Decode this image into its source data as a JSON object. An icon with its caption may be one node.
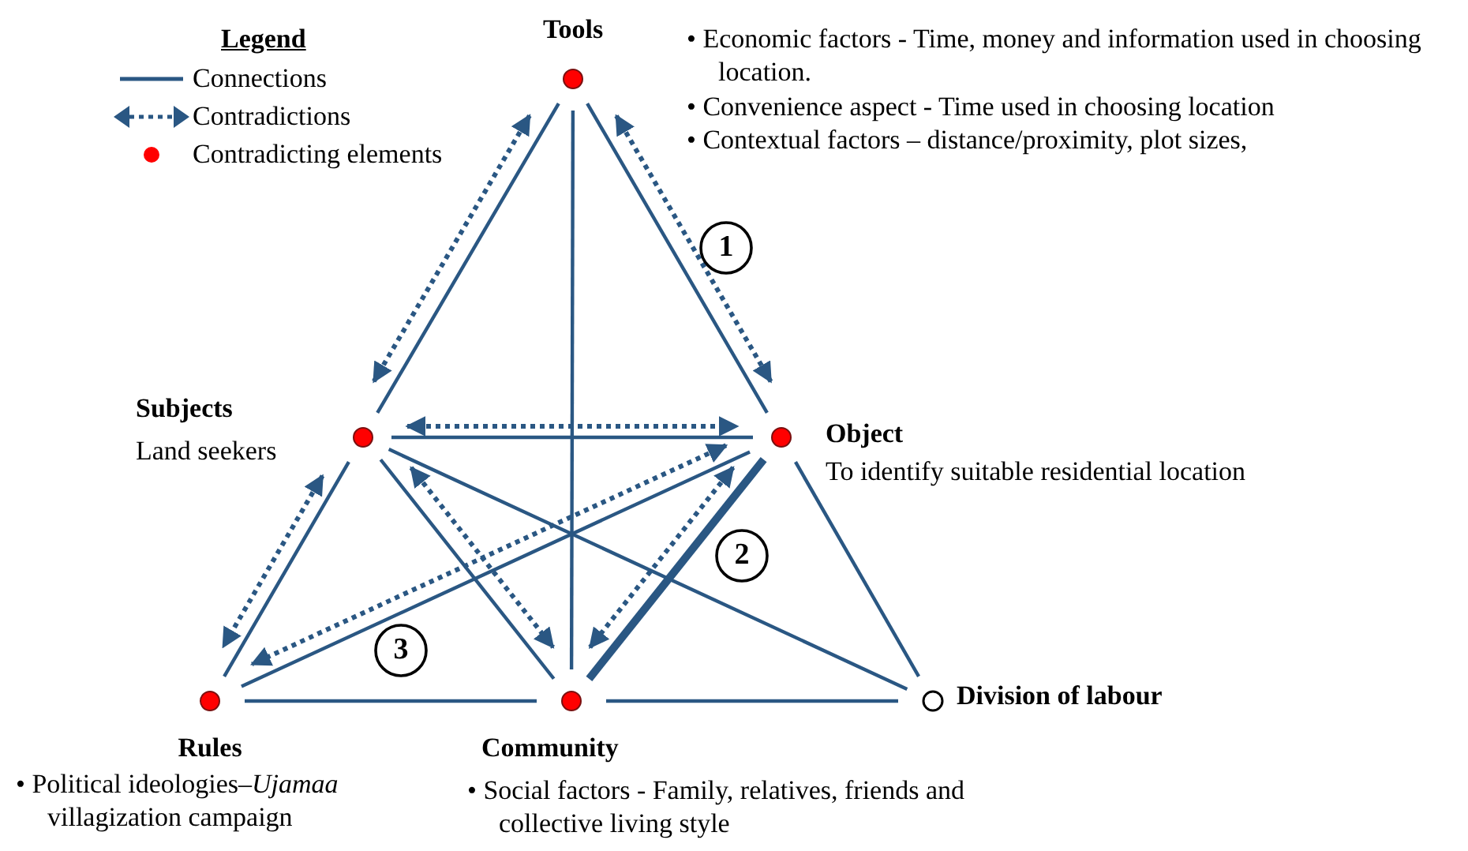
{
  "diagram": {
    "nodes": [
      {
        "text": [],
        "shape": "circle",
        "beside": [
          "Tools",
          "• Economic factors - Time, money and information used in choosing location.",
          "• Convenience aspect - Time used in choosing location",
          "• Contextual factors – distance/proximity, plot sizes,"
        ]
      },
      {
        "text": [],
        "shape": "circle",
        "beside": [
          "Subjects",
          "Land seekers"
        ]
      },
      {
        "text": [],
        "shape": "circle",
        "beside": [
          "Object",
          "To identify suitable residential location"
        ]
      },
      {
        "text": [],
        "shape": "circle",
        "beside": [
          "Rules",
          "• Political ideologies–*Ujamaa* villagization campaign"
        ]
      },
      {
        "text": [],
        "shape": "circle",
        "beside": [
          "Community",
          "• Social factors - Family, relatives, friends and collective living style"
        ]
      },
      {
        "text": [],
        "shape": "circle",
        "beside": [
          "Division of labour"
        ]
      }
    ],
    "edges": [
      {
        "from": 0,
        "to": 1,
        "arrow": "none"
      },
      {
        "from": 0,
        "to": 2,
        "arrow": "none"
      },
      {
        "from": 0,
        "to": 4,
        "arrow": "none"
      },
      {
        "from": 1,
        "to": 2,
        "arrow": "none"
      },
      {
        "from": 1,
        "to": 3,
        "arrow": "none"
      },
      {
        "from": 1,
        "to": 4,
        "arrow": "none"
      },
      {
        "from": 1,
        "to": 5,
        "arrow": "none"
      },
      {
        "from": 2,
        "to": 3,
        "arrow": "none"
      },
      {
        "from": 2,
        "to": 4,
        "arrow": "none",
        "style": "thick"
      },
      {
        "from": 2,
        "to": 5,
        "arrow": "none"
      },
      {
        "from": 3,
        "to": 4,
        "arrow": "none"
      },
      {
        "from": 4,
        "to": 5,
        "arrow": "none"
      },
      {
        "from": 0,
        "to": 1,
        "arrow": "both",
        "style": "dashed"
      },
      {
        "from": 0,
        "to": 2,
        "arrow": "both",
        "style": "dashed"
      },
      {
        "from": 1,
        "to": 2,
        "arrow": "both",
        "style": "dashed"
      },
      {
        "from": 1,
        "to": 3,
        "arrow": "both",
        "style": "dashed"
      },
      {
        "from": 1,
        "to": 4,
        "arrow": "both",
        "style": "dashed"
      },
      {
        "from": 2,
        "to": 3,
        "arrow": "both",
        "style": "dashed"
      },
      {
        "from": 2,
        "to": 4,
        "arrow": "both",
        "style": "dashed"
      }
    ],
    "labels": [
      "Legend",
      "1",
      "2",
      "3"
    ],
    "legend": [
      {
        "text": "Connections"
      },
      {
        "text": "Contradictions"
      },
      {
        "text": "Contradicting elements",
        "color": "#ff0000"
      }
    ]
  }
}
